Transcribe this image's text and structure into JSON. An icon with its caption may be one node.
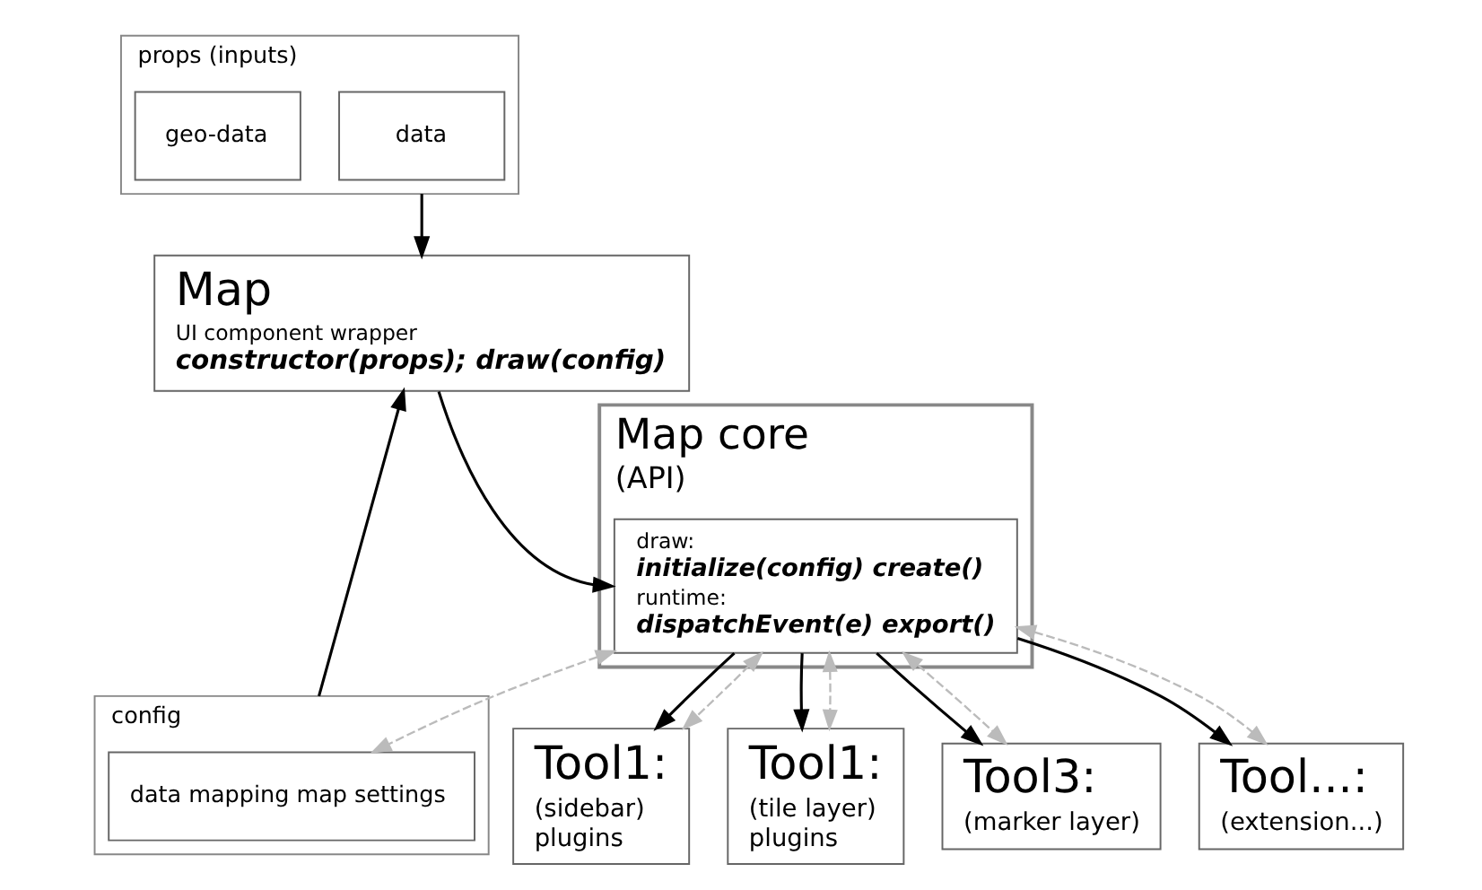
{
  "diagram": {
    "nodes": [
      {
        "text": [
          "Map",
          "UI component wrapper",
          "constructor(props); draw(config)"
        ]
      },
      {
        "text": [
          "props (inputs)"
        ]
      },
      {
        "text": [
          "data"
        ],
        "in": 1
      },
      {
        "text": [
          "geo-data"
        ],
        "in": 1
      },
      {
        "text": [
          "config"
        ]
      },
      {
        "text": [
          "data mapping map settings"
        ],
        "in": 4
      },
      {
        "text": [
          "Map core",
          "(API)"
        ]
      },
      {
        "text": [
          "draw:",
          "initialize(config) create()",
          "runtime:",
          "dispatchEvent(e) export()"
        ],
        "in": 6
      },
      {
        "text": [
          "Tool1:",
          "(sidebar)",
          "plugins"
        ]
      },
      {
        "text": [
          "Tool1:",
          "(tile layer)",
          "plugins"
        ]
      },
      {
        "text": [
          "Tool3:",
          "(marker layer)"
        ]
      },
      {
        "text": [
          "Tool...:",
          "(extension...)"
        ]
      }
    ],
    "edges": [
      {
        "from": 1,
        "to": 0,
        "arrow": "to"
      },
      {
        "from": 4,
        "to": 0,
        "arrow": "to"
      },
      {
        "from": 0,
        "to": 7,
        "arrow": "to"
      },
      {
        "from": 7,
        "to": 8,
        "arrow": "to"
      },
      {
        "from": 7,
        "to": 9,
        "arrow": "to"
      },
      {
        "from": 7,
        "to": 10,
        "arrow": "to"
      },
      {
        "from": 7,
        "to": 11,
        "arrow": "to"
      },
      {
        "from": 7,
        "to": 5,
        "arrow": "both",
        "style": "dashed",
        "color": "#bbbbbb"
      },
      {
        "from": 7,
        "to": 8,
        "arrow": "both",
        "style": "dashed",
        "color": "#bbbbbb"
      },
      {
        "from": 7,
        "to": 9,
        "arrow": "both",
        "style": "dashed",
        "color": "#bbbbbb"
      },
      {
        "from": 7,
        "to": 10,
        "arrow": "both",
        "style": "dashed",
        "color": "#bbbbbb"
      },
      {
        "from": 7,
        "to": 11,
        "arrow": "both",
        "style": "dashed",
        "color": "#bbbbbb"
      }
    ]
  }
}
